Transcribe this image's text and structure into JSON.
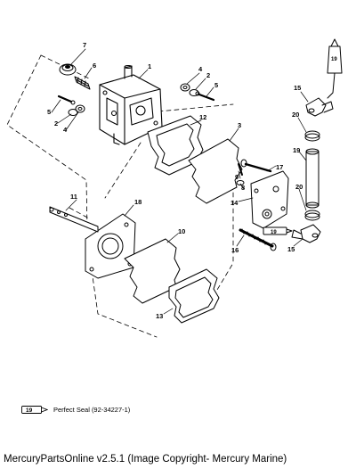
{
  "diagram": {
    "callouts": [
      "1",
      "2",
      "3",
      "4",
      "5",
      "6",
      "7",
      "8",
      "9",
      "10",
      "11",
      "12",
      "13",
      "14",
      "15",
      "16",
      "17",
      "18",
      "19",
      "20"
    ],
    "legend": {
      "badge": "19",
      "text": "Perfect Seal (92-34227-1)"
    }
  },
  "footer": {
    "text": "MercuryPartsOnline v2.5.1 (Image Copyright- Mercury Marine)"
  }
}
